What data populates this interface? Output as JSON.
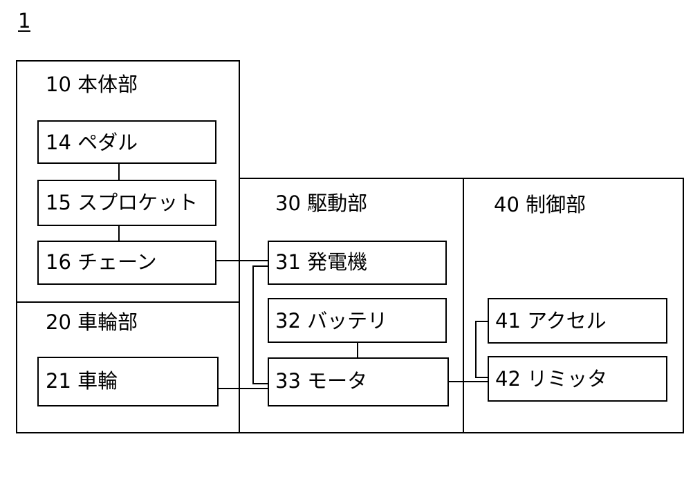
{
  "figure_label": "1",
  "groups": {
    "body": "10 本体部",
    "wheel_section": "20 車輪部",
    "drive": "30 駆動部",
    "control": "40 制御部"
  },
  "components": {
    "pedal": "14 ペダル",
    "sprocket": "15 スプロケット",
    "chain": "16 チェーン",
    "wheel": "21 車輪",
    "generator": "31 発電機",
    "battery": "32 バッテリ",
    "motor": "33 モータ",
    "accelerator": "41 アクセル",
    "limiter": "42 リミッタ"
  }
}
